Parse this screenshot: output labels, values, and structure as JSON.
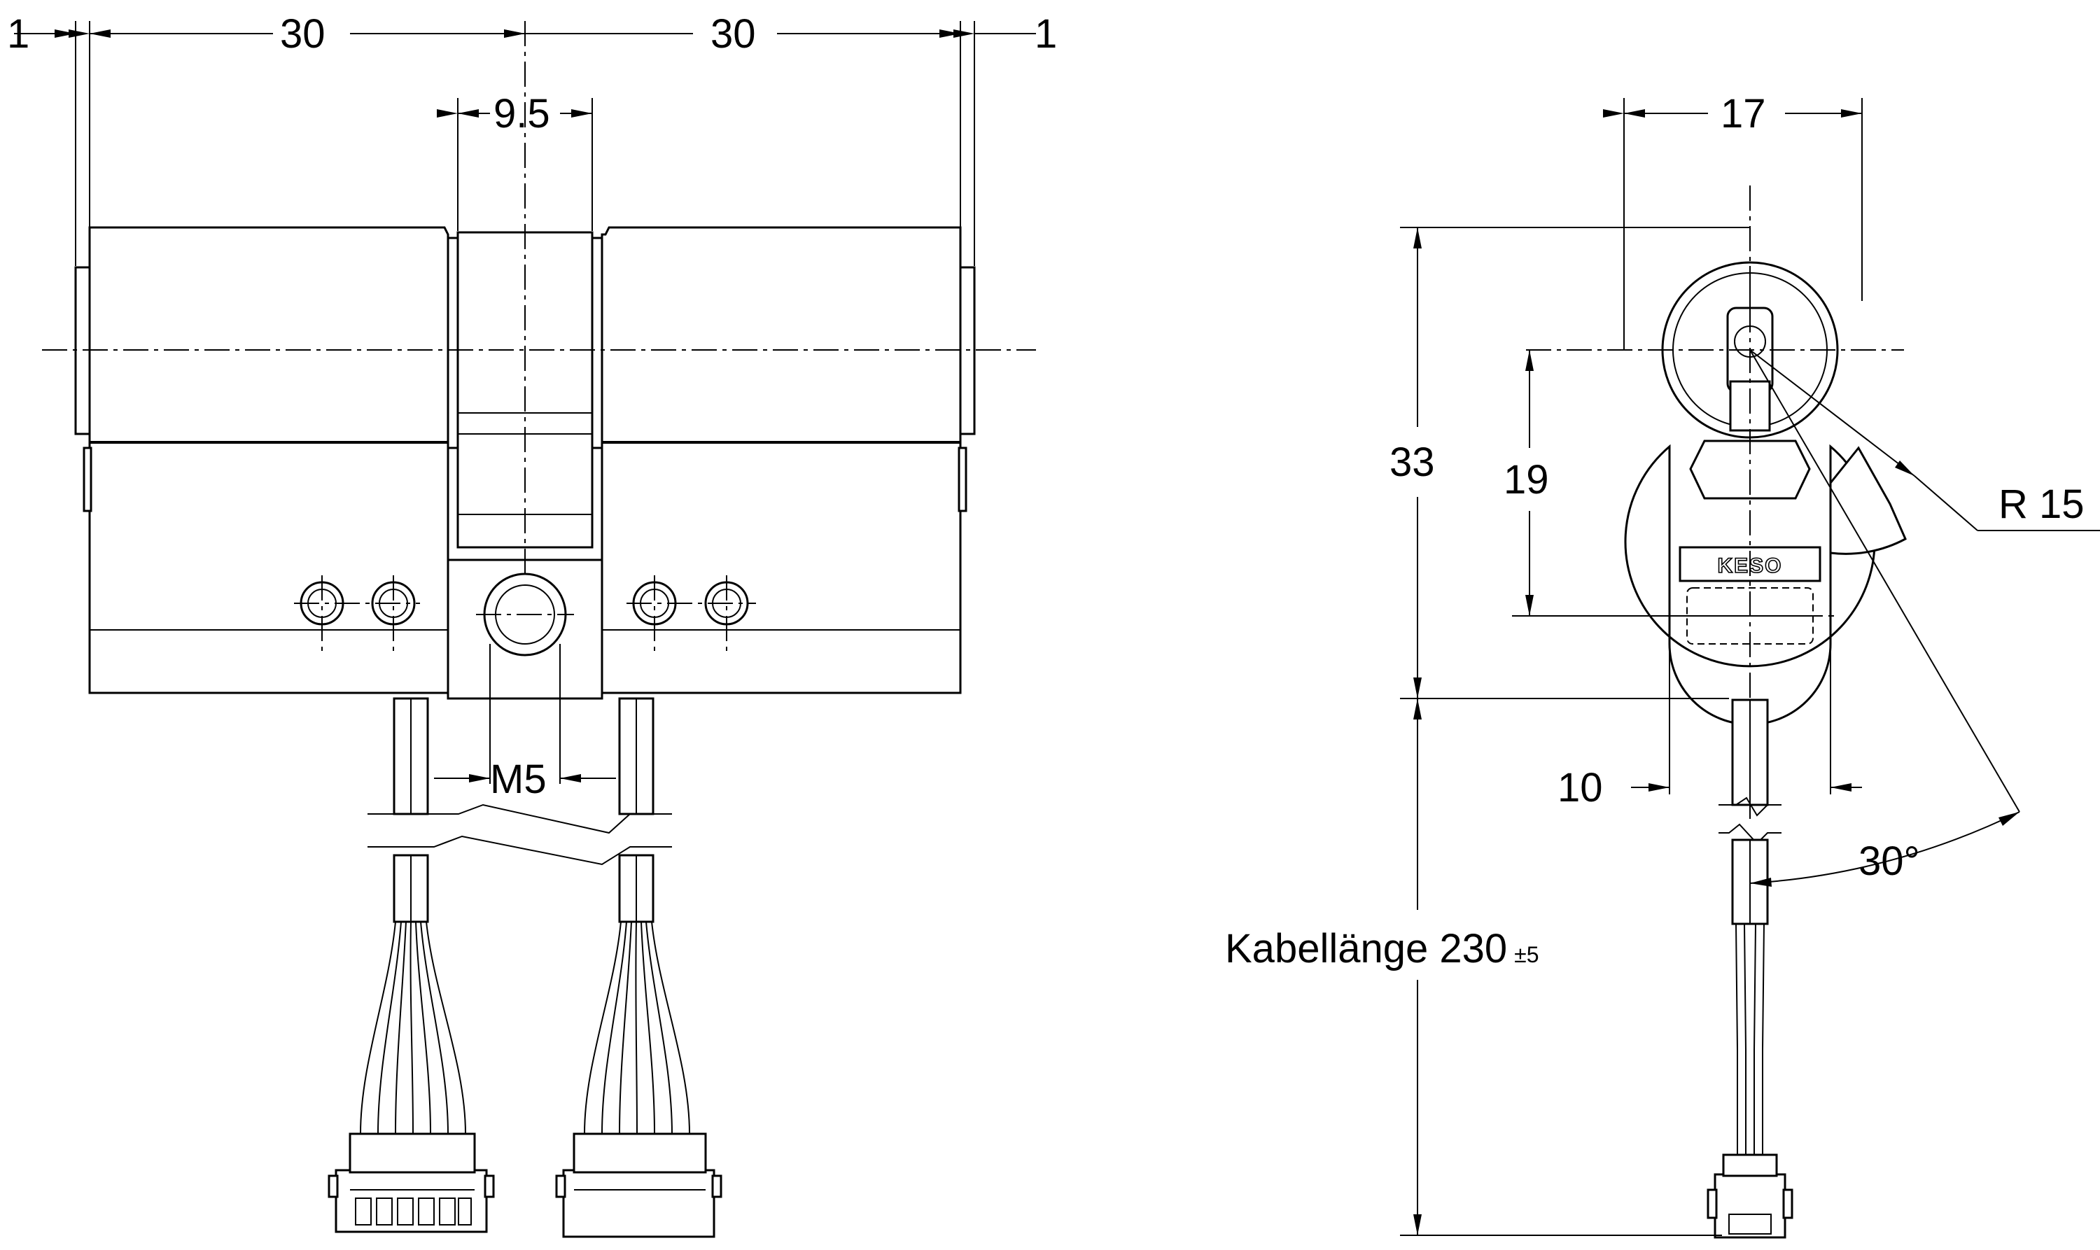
{
  "dimensions": {
    "left_offset": "1",
    "left_body": "30",
    "right_body": "30",
    "right_offset": "1",
    "cam_width": "9.5",
    "thread": "M5",
    "width_side": "17",
    "height_total": "33",
    "axis_to_bottom": "19",
    "radius": "R 15",
    "neck_width": "10",
    "angle": "30°",
    "cable_length_label": "Kabellänge 230",
    "cable_length_tolerance": "±5"
  },
  "brand_logo": "KESO",
  "colors": {
    "line": "#000000",
    "background": "#ffffff"
  }
}
